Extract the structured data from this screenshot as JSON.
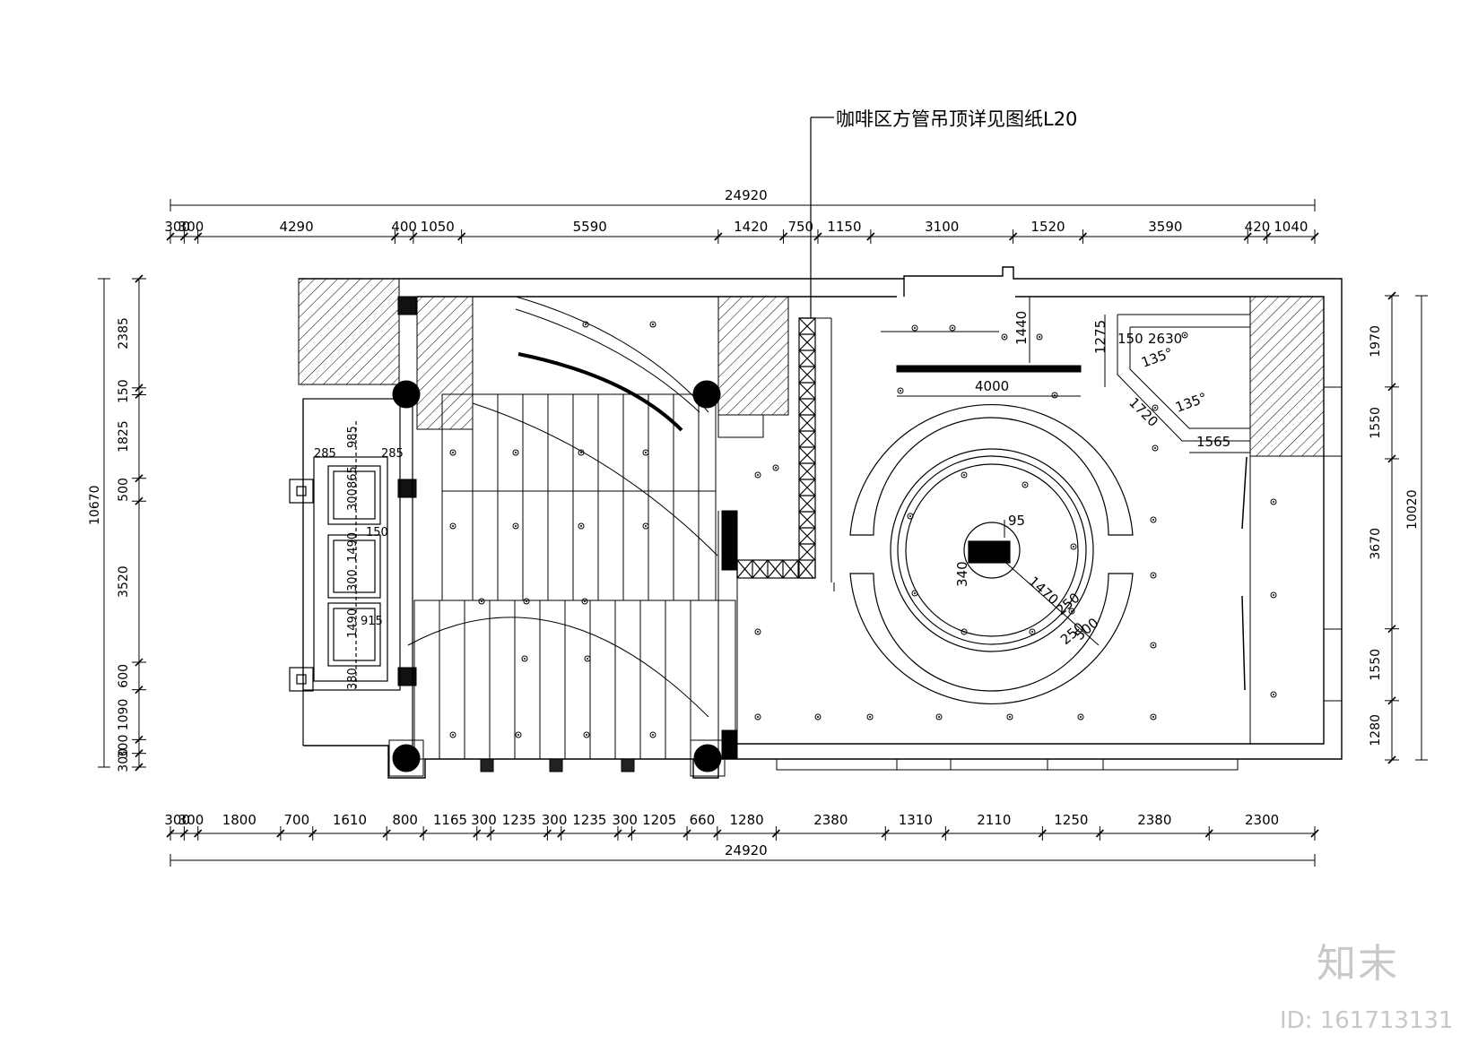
{
  "annotation": "咖啡区方管吊顶详见图纸L20",
  "top_dims": {
    "total": "24920",
    "segments": [
      "300",
      "300",
      "4290",
      "400",
      "1050",
      "5590",
      "1420",
      "750",
      "1150",
      "3100",
      "1520",
      "3590",
      "420",
      "1040"
    ]
  },
  "bottom_dims": {
    "total": "24920",
    "segments": [
      "300",
      "300",
      "1800",
      "700",
      "1610",
      "800",
      "1165",
      "300",
      "1235",
      "300",
      "1235",
      "300",
      "1205",
      "660",
      "1280",
      "2380",
      "1310",
      "2110",
      "1250",
      "2380",
      "2300"
    ]
  },
  "left_dims": {
    "total": "10670",
    "segments": [
      "2385",
      "150",
      "1825",
      "500",
      "3520",
      "600",
      "1090",
      "300",
      "300"
    ]
  },
  "right_dims": {
    "total": "10020",
    "segments": [
      "1970",
      "1550",
      "3670",
      "1550",
      "1280"
    ]
  },
  "interior_labels": {
    "d1440": "1440",
    "d1275": "1275",
    "d150": "150",
    "d2630": "2630",
    "a135a": "135°",
    "d4000": "4000",
    "d1720": "1720",
    "a135b": "135°",
    "d1565": "1565",
    "d95": "95",
    "d340": "340",
    "d1470": "1470",
    "d250a": "250",
    "d500": "500",
    "d250b": "250",
    "d985": "985",
    "d285a": "285",
    "d285b": "285",
    "d300": "300",
    "d865": "865",
    "d150b": "150",
    "d1490a": "1490",
    "d300b": "300",
    "d1490b": "1490",
    "d915": "915",
    "d380": "380"
  },
  "watermark": {
    "logo": "知末",
    "id": "ID: 161713131"
  }
}
